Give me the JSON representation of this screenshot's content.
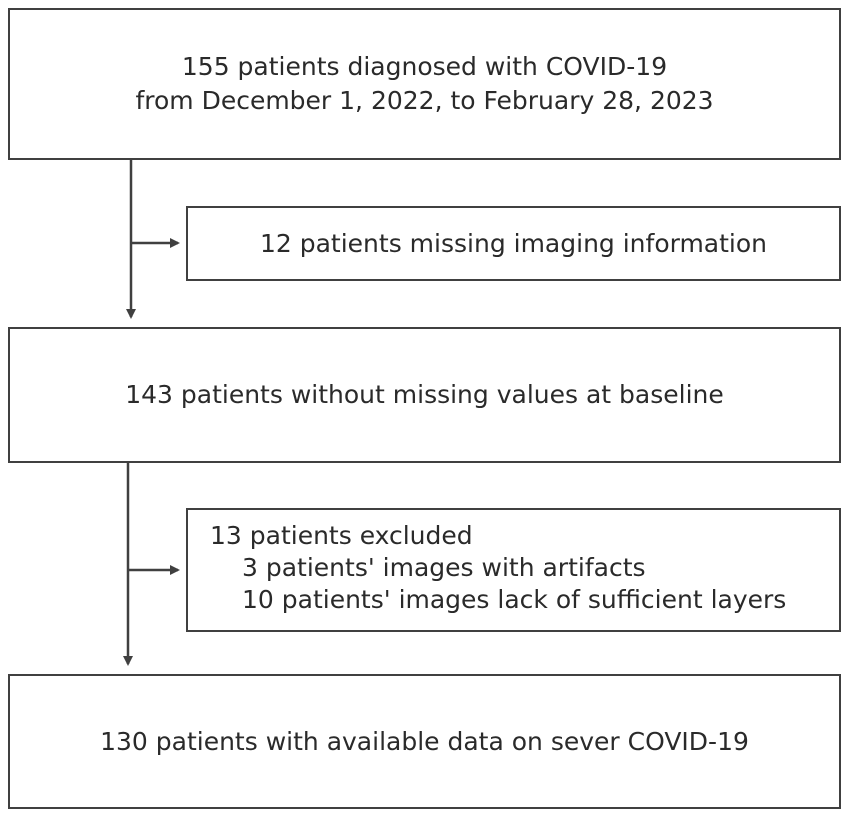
{
  "flowchart": {
    "box1": {
      "line1": "155 patients diagnosed with COVID-19",
      "line2": "from December 1, 2022, to February 28, 2023"
    },
    "box2": {
      "text": "12 patients missing imaging information"
    },
    "box3": {
      "text": "143 patients without missing values at baseline"
    },
    "box4": {
      "title": "13 patients excluded",
      "reasons": [
        "3 patients' images with artifacts",
        "10 patients' images lack of sufficient layers"
      ]
    },
    "box5": {
      "text": "130 patients with available data on sever COVID-19"
    }
  },
  "colors": {
    "border": "#404040",
    "arrow": "#404040",
    "text": "#2a2a2a"
  }
}
